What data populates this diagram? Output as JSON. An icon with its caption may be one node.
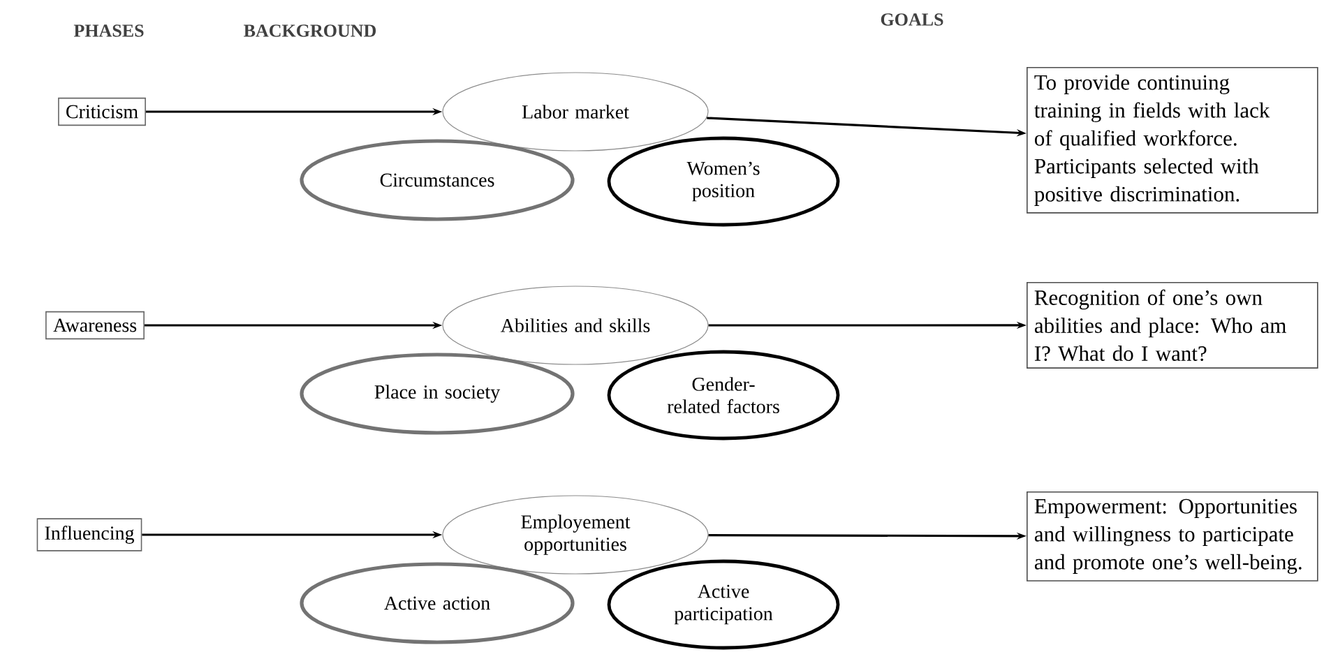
{
  "diagram": {
    "nodes": [
      {
        "text": [
          "Criticism"
        ]
      },
      {
        "text": [
          "Labor market"
        ]
      },
      {
        "text": [
          "Circumstances"
        ]
      },
      {
        "text": [
          "Women’s position"
        ]
      },
      {
        "text": [
          "To provide continuing training in fields with lack of qualified workforce. Participants selected with positive discrimination."
        ]
      },
      {
        "text": [
          "Awareness"
        ]
      },
      {
        "text": [
          "Abilities and skills"
        ]
      },
      {
        "text": [
          "Place in society"
        ]
      },
      {
        "text": [
          "Gender-related factors"
        ]
      },
      {
        "text": [
          "Recognition of one’s own abilities and place: Who am I? What do I want?"
        ]
      },
      {
        "text": [
          "Influencing"
        ]
      },
      {
        "text": [
          "Employement opportunities"
        ]
      },
      {
        "text": [
          "Active action"
        ]
      },
      {
        "text": [
          "Active participation"
        ]
      },
      {
        "text": [
          "Empowerment: Opportunities and willingness to participate and promote one’s well-being."
        ]
      }
    ],
    "edges": [
      {
        "from": 0,
        "to": 1,
        "arrow": "to"
      },
      {
        "from": 1,
        "to": 4,
        "arrow": "to"
      },
      {
        "from": 5,
        "to": 6,
        "arrow": "to"
      },
      {
        "from": 6,
        "to": 9,
        "arrow": "to"
      },
      {
        "from": 10,
        "to": 11,
        "arrow": "to"
      },
      {
        "from": 11,
        "to": 14,
        "arrow": "to"
      }
    ],
    "labels": [
      "PHASES",
      "BACKGROUND",
      "GOALS"
    ]
  }
}
